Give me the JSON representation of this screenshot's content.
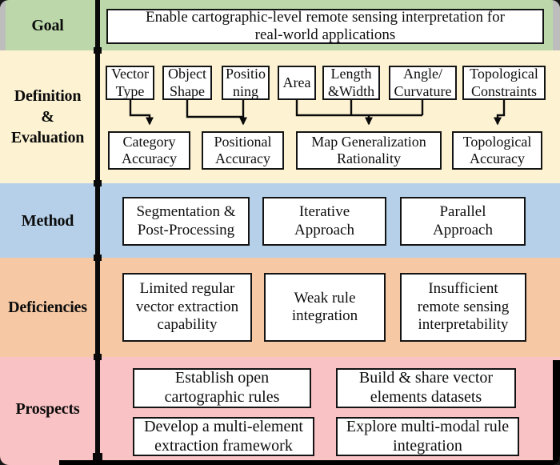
{
  "colors": {
    "goal_bg": "#bcd8aa",
    "definition_bg": "#fdf3d3",
    "method_bg": "#b5d0e8",
    "deficiencies_bg": "#f6c9a4",
    "prospects_bg": "#f9c2c4",
    "box_bg": "#ffffff",
    "line": "#000000"
  },
  "sections": {
    "goal": {
      "label": "Goal",
      "box": "Enable cartographic-level remote sensing interpretation for\nreal-world applications"
    },
    "definition_evaluation": {
      "label": "Definition\n&\nEvaluation",
      "criteria": [
        "Vector\nType",
        "Object\nShape",
        "Positio\nning",
        "Area",
        "Length\n&Width",
        "Angle/\nCurvature",
        "Topological\nConstraints"
      ],
      "metrics": [
        "Category\nAccuracy",
        "Positional\nAccuracy",
        "Map Generalization\nRationality",
        "Topological\nAccuracy"
      ],
      "connections": [
        {
          "from": [
            "Vector Type"
          ],
          "to": "Category Accuracy"
        },
        {
          "from": [
            "Object Shape",
            "Positioning"
          ],
          "to": "Positional Accuracy"
        },
        {
          "from": [
            "Area",
            "Length&Width",
            "Angle/Curvature"
          ],
          "to": "Map Generalization Rationality"
        },
        {
          "from": [
            "Topological Constraints"
          ],
          "to": "Topological Accuracy"
        }
      ]
    },
    "method": {
      "label": "Method",
      "boxes": [
        "Segmentation &\nPost-Processing",
        "Iterative\nApproach",
        "Parallel\nApproach"
      ]
    },
    "deficiencies": {
      "label": "Deficiencies",
      "boxes": [
        "Limited regular\nvector extraction\ncapability",
        "Weak rule\nintegration",
        "Insufficient\nremote sensing\ninterpretability"
      ]
    },
    "prospects": {
      "label": "Prospects",
      "boxes": [
        "Establish open\ncartographic rules",
        "Build & share vector\nelements datasets",
        "Develop a multi-element\nextraction framework",
        "Explore multi-modal rule\nintegration"
      ]
    }
  }
}
